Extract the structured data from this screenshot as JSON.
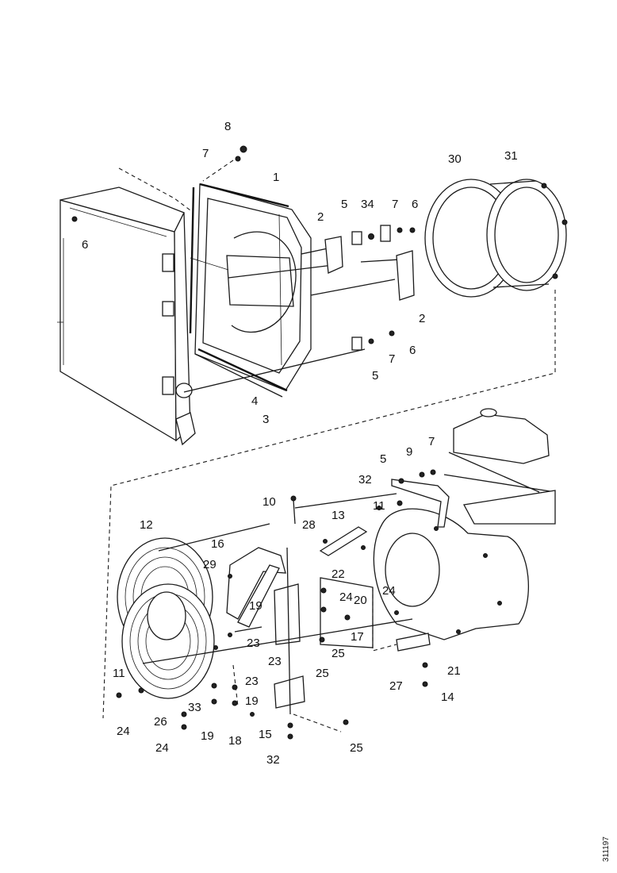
{
  "document_number": "311197",
  "callouts": [
    "8",
    "7",
    "1",
    "30",
    "31",
    "6",
    "2",
    "5",
    "34",
    "7",
    "6",
    "2",
    "5",
    "7",
    "6",
    "4",
    "3",
    "5",
    "9",
    "7",
    "32",
    "11",
    "10",
    "28",
    "13",
    "12",
    "16",
    "29",
    "22",
    "19",
    "20",
    "24",
    "23",
    "17",
    "25",
    "23",
    "27",
    "21",
    "11",
    "23",
    "25",
    "14",
    "33",
    "19",
    "24",
    "26",
    "19",
    "18",
    "15",
    "25",
    "32",
    "24",
    "24"
  ]
}
